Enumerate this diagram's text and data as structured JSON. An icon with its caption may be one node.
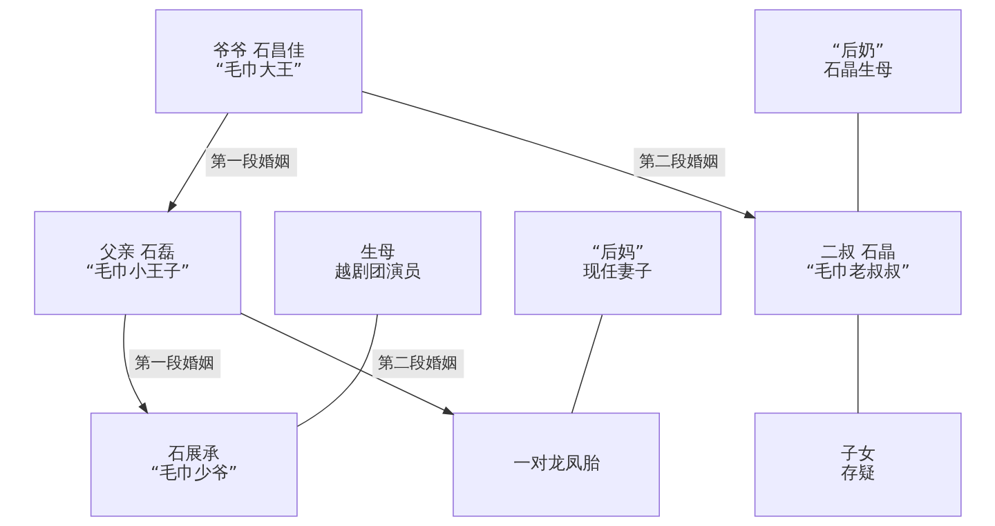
{
  "diagram": {
    "nodes": [
      {
        "text": [
          "爷爷 石昌佳",
          "“毛巾大王”"
        ]
      },
      {
        "text": [
          "“后奶”",
          "石晶生母"
        ]
      },
      {
        "text": [
          "父亲 石磊",
          "“毛巾小王子”"
        ]
      },
      {
        "text": [
          "生母",
          "越剧团演员"
        ]
      },
      {
        "text": [
          "“后妈”",
          "现任妻子"
        ]
      },
      {
        "text": [
          "二叔 石晶",
          "“毛巾老叔叔”"
        ]
      },
      {
        "text": [
          "石展承",
          "“毛巾少爷”"
        ]
      },
      {
        "text": [
          "一对龙凤胎"
        ]
      },
      {
        "text": [
          "子女",
          "存疑"
        ]
      }
    ],
    "edges": [
      {
        "from": 0,
        "to": 2,
        "arrow": "to",
        "label": "第一段婚姻"
      },
      {
        "from": 0,
        "to": 5,
        "arrow": "to",
        "label": "第二段婚姻"
      },
      {
        "from": 1,
        "to": 5,
        "arrow": "none"
      },
      {
        "from": 2,
        "to": 6,
        "arrow": "to",
        "label": "第一段婚姻"
      },
      {
        "from": 2,
        "to": 7,
        "arrow": "to",
        "label": "第二段婚姻"
      },
      {
        "from": 3,
        "to": 6,
        "arrow": "none"
      },
      {
        "from": 4,
        "to": 7,
        "arrow": "none"
      },
      {
        "from": 5,
        "to": 8,
        "arrow": "none"
      }
    ]
  }
}
